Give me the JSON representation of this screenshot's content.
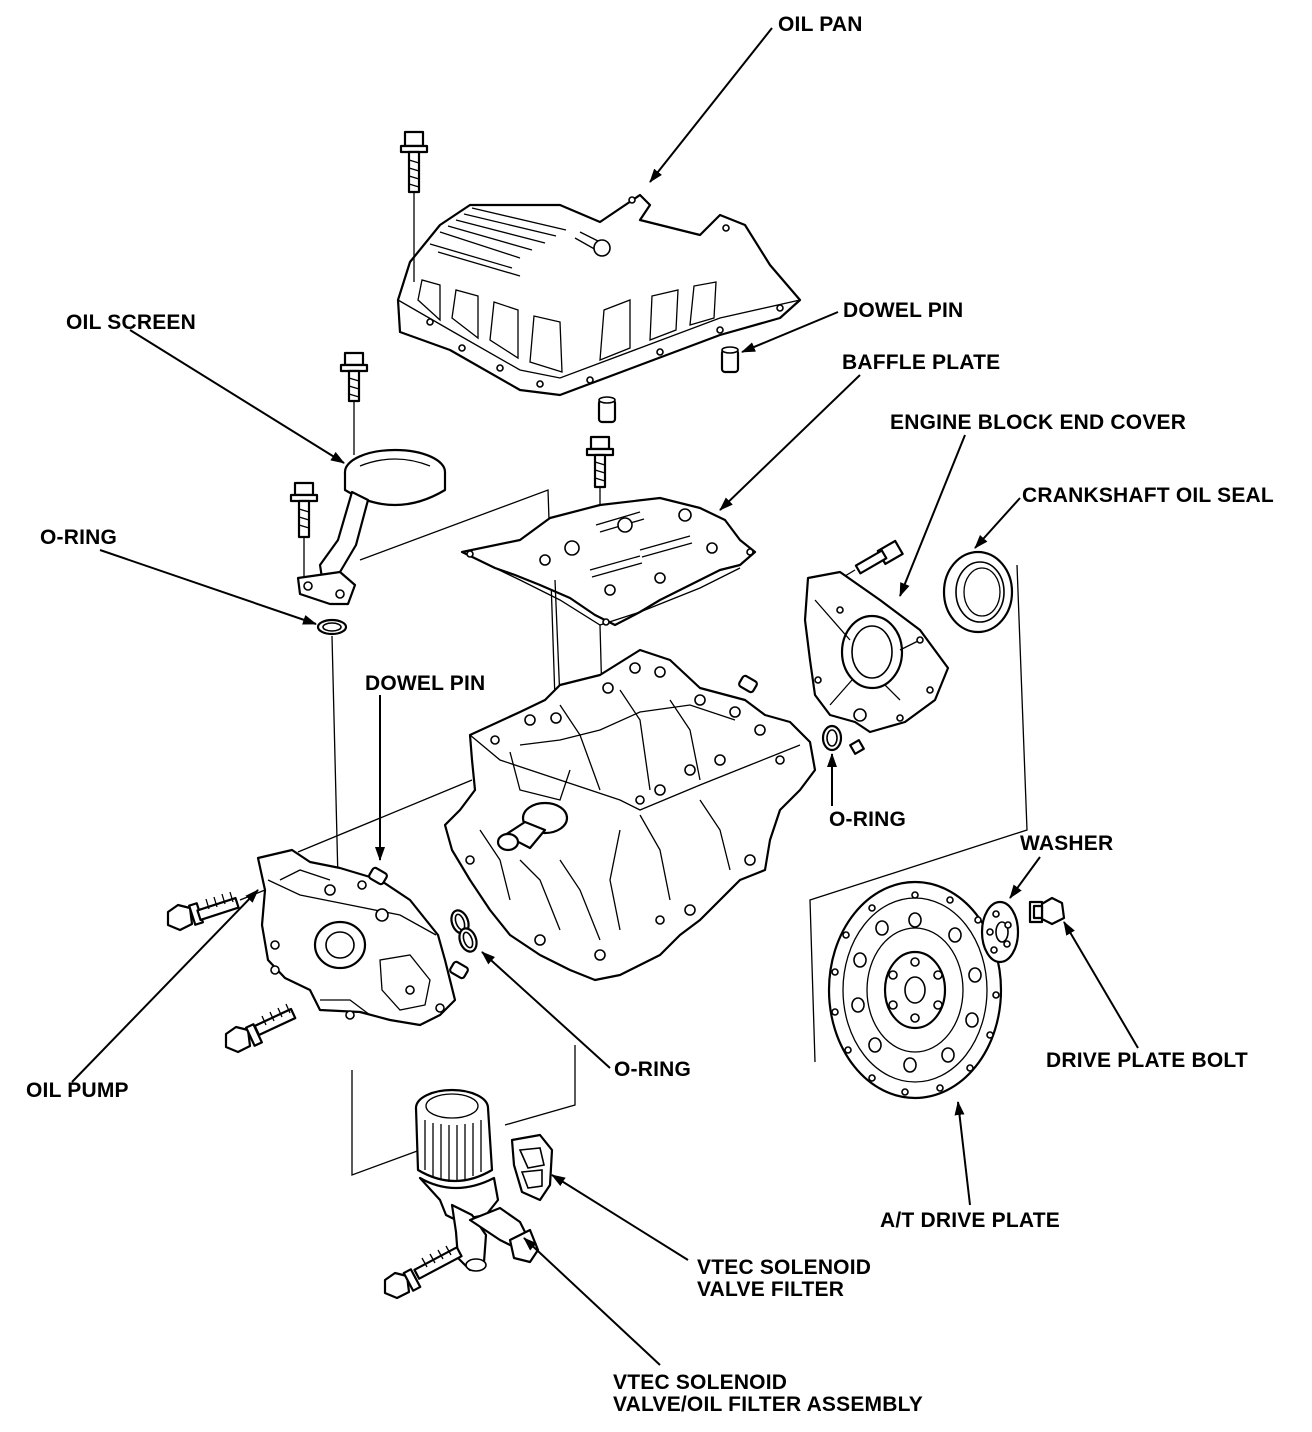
{
  "labels": {
    "oil_pan": "OIL PAN",
    "dowel_pin_top": "DOWEL PIN",
    "baffle_plate": "BAFFLE PLATE",
    "oil_screen": "OIL SCREEN",
    "engine_block_end_cover": "ENGINE BLOCK END COVER",
    "crankshaft_oil_seal": "CRANKSHAFT OIL SEAL",
    "o_ring_left": "O-RING",
    "dowel_pin_mid": "DOWEL PIN",
    "o_ring_right": "O-RING",
    "washer": "WASHER",
    "oil_pump": "OIL PUMP",
    "o_ring_bottom": "O-RING",
    "drive_plate_bolt": "DRIVE PLATE BOLT",
    "at_drive_plate": "A/T DRIVE PLATE",
    "vtec_filter_line1": "VTEC SOLENOID",
    "vtec_filter_line2": "VALVE FILTER",
    "vtec_assembly_line1": "VTEC SOLENOID",
    "vtec_assembly_line2": "VALVE/OIL FILTER ASSEMBLY"
  }
}
